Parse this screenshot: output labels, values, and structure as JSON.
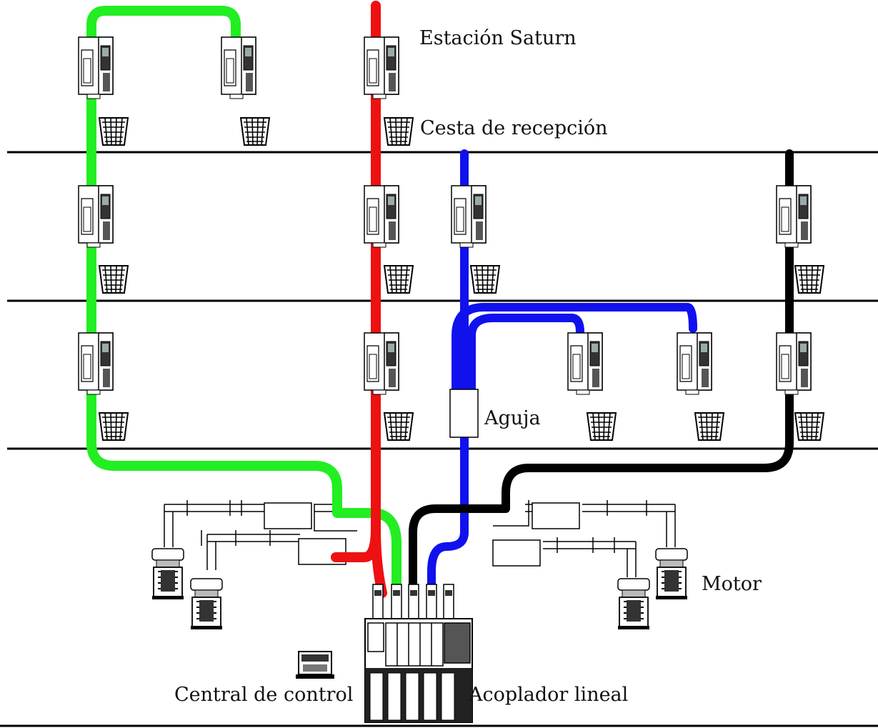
{
  "labels": {
    "station": "Estación Saturn",
    "basket": "Cesta de recepción",
    "diverter": "Aguja",
    "motor": "Motor",
    "control": "Central de control",
    "coupler": "Acoplador lineal"
  },
  "lines": [
    {
      "id": "green",
      "color": "#22ee22"
    },
    {
      "id": "red",
      "color": "#ee1111"
    },
    {
      "id": "blue",
      "color": "#1111ee"
    },
    {
      "id": "black",
      "color": "#000000"
    }
  ]
}
